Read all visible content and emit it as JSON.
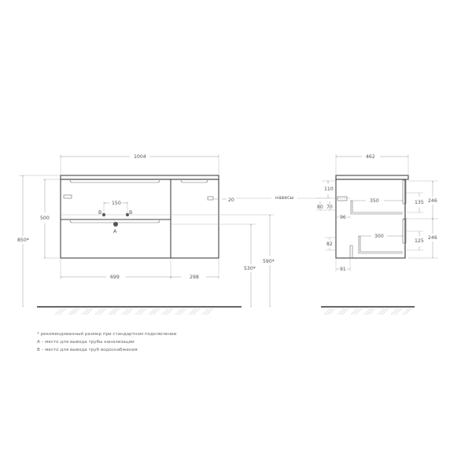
{
  "front_view": {
    "width_total": "1004",
    "height_total": "850*",
    "height_cabinet": "500",
    "pipe_spacing": "150",
    "pipe_b_left": "B",
    "pipe_b_right": "B",
    "pipe_a": "A",
    "width_left_section": "699",
    "width_right_section": "298",
    "hanger_offset": "20",
    "hanger_label": "навесы",
    "height_drain": "530*",
    "height_water": "590*"
  },
  "side_view": {
    "depth_total": "462",
    "top_offset": "110",
    "hanger_height_80": "80",
    "hanger_height_70": "70",
    "hanger_depth": "96",
    "upper_drawer_depth": "350",
    "upper_drawer_height": "135",
    "upper_block_height": "246",
    "lower_drawer_depth": "300",
    "lower_drawer_height": "125",
    "lower_block_height": "246",
    "lower_cutout_height": "82",
    "lower_cutout_depth": "91"
  },
  "notes": {
    "line1": "* рекомендованный размер при стандартном подключении",
    "line2": "А – место для вывода трубы канализации",
    "line3": "В – место для вывода труб водоснабжения"
  },
  "colors": {
    "outline": "#444444",
    "dimension": "#9a9a9a",
    "text": "#555555",
    "background": "#ffffff"
  }
}
